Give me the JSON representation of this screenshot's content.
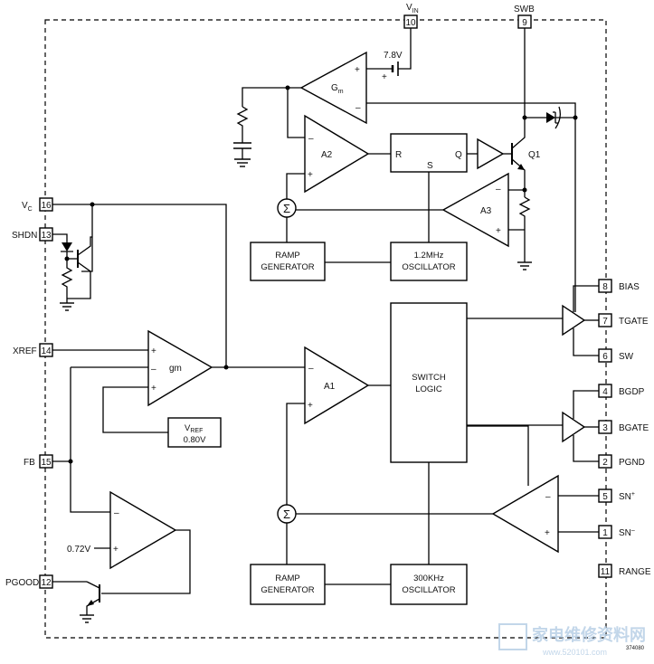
{
  "pins": {
    "vin": {
      "num": "10",
      "label": "V",
      "sub": "IN"
    },
    "swb": {
      "num": "9",
      "label": "SWB"
    },
    "vc": {
      "num": "16",
      "label": "V",
      "sub": "C"
    },
    "shdn": {
      "num": "13",
      "label": "SHDN"
    },
    "xref": {
      "num": "14",
      "label": "XREF"
    },
    "fb": {
      "num": "15",
      "label": "FB"
    },
    "pgood": {
      "num": "12",
      "label": "PGOOD"
    },
    "bias": {
      "num": "8",
      "label": "BIAS"
    },
    "tgate": {
      "num": "7",
      "label": "TGATE"
    },
    "sw": {
      "num": "6",
      "label": "SW"
    },
    "bgdp": {
      "num": "4",
      "label": "BGDP"
    },
    "bgate": {
      "num": "3",
      "label": "BGATE"
    },
    "pgnd": {
      "num": "2",
      "label": "PGND"
    },
    "snp": {
      "num": "5",
      "label": "SN",
      "sup": "+"
    },
    "snm": {
      "num": "1",
      "label": "SN",
      "sup": "–"
    },
    "range": {
      "num": "11",
      "label": "RANGE"
    }
  },
  "blocks": {
    "ramp_top_1": "RAMP",
    "ramp_top_2": "GENERATOR",
    "osc_top_1": "1.2MHz",
    "osc_top_2": "OSCILLATOR",
    "ramp_bot_1": "RAMP",
    "ramp_bot_2": "GENERATOR",
    "osc_bot_1": "300KHz",
    "osc_bot_2": "OSCILLATOR",
    "switch_logic_1": "SWITCH",
    "switch_logic_2": "LOGIC",
    "vref_1": "V",
    "vref_sub": "REF",
    "vref_2": "0.80V",
    "latch_r": "R",
    "latch_s": "S",
    "latch_q": "Q"
  },
  "amps": {
    "gm": "G",
    "gm_sub": "m",
    "a2": "A2",
    "a3": "A3",
    "a1": "A1",
    "gm2": "gm"
  },
  "labels": {
    "battery": "7.8V",
    "q1": "Q1",
    "comp_ref": "0.72V",
    "sigma_top": "Σ",
    "sigma_bot": "Σ",
    "part_code": "374080"
  },
  "watermark": {
    "main": "家电维修资料网",
    "sub": "www.520101.com"
  }
}
